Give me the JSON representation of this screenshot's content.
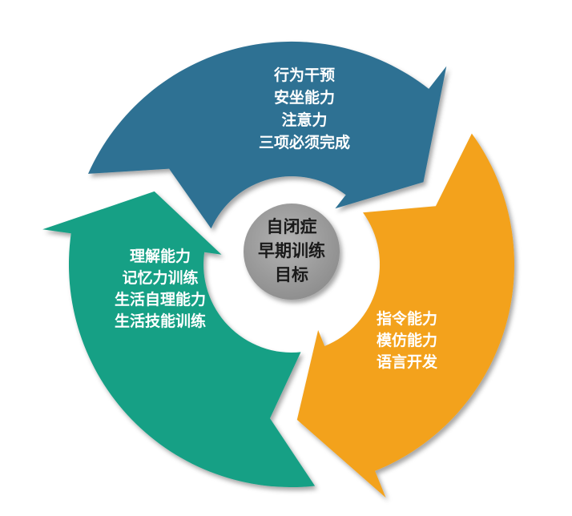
{
  "center": {
    "lines": [
      "自闭症",
      "早期训练",
      "目标"
    ],
    "fill": "#999999"
  },
  "segments": [
    {
      "name": "top",
      "color": "#2f7193",
      "lines": [
        "行为干预",
        "安坐能力",
        "注意力",
        "三项必须完成"
      ]
    },
    {
      "name": "right",
      "color": "#f3a21b",
      "lines": [
        "指令能力",
        "模仿能力",
        "语言开发"
      ]
    },
    {
      "name": "left",
      "color": "#17a085",
      "lines": [
        "理解能力",
        "记忆力训练",
        "生活自理能力",
        "生活技能训练"
      ]
    }
  ]
}
